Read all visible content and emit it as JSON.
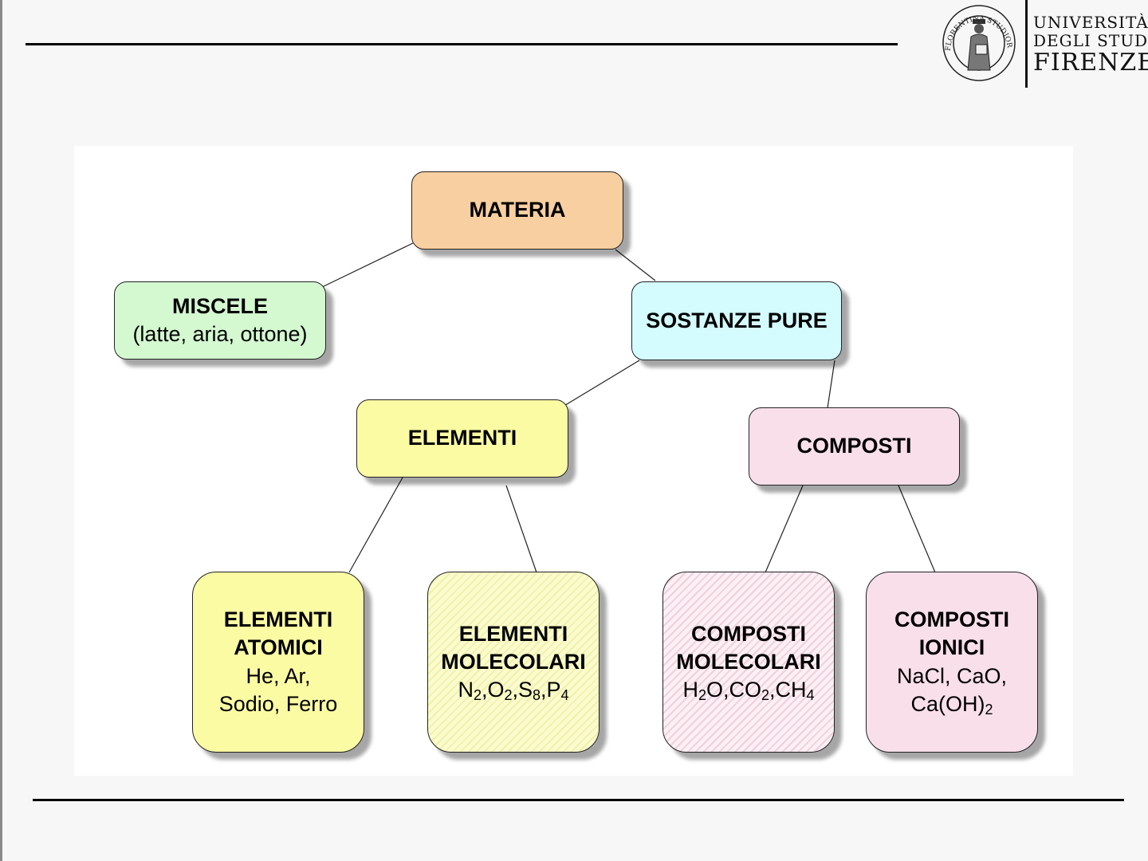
{
  "header": {
    "logo": {
      "seal_icon": "university-seal-icon",
      "line1": "UNIVERSITÀ",
      "line2": "DEGLI STUDI",
      "line3": "FIRENZE"
    }
  },
  "diagram": {
    "colors": {
      "materia": "#f8cfa1",
      "miscele": "#d4f8d0",
      "sostanze_pure": "#d4fcfe",
      "elementi": "#fbfba4",
      "composti": "#f8dfea",
      "elementi_atomici": "#fbfba4",
      "composti_ionici": "#f8dfea"
    },
    "nodes": {
      "materia": {
        "title": "MATERIA"
      },
      "miscele": {
        "title": "MISCELE",
        "subtitle": "(latte, aria, ottone)"
      },
      "sostanze_pure": {
        "title": "SOSTANZE PURE"
      },
      "elementi": {
        "title": "ELEMENTI"
      },
      "composti": {
        "title": "COMPOSTI"
      },
      "elementi_atomici": {
        "title": "ELEMENTI\nATOMICI",
        "subtitle": "He, Ar,\nSodio, Ferro"
      },
      "elementi_molecolari": {
        "title": "ELEMENTI\nMOLECOLARI",
        "formula": [
          {
            "t": "N"
          },
          {
            "s": "2"
          },
          {
            "t": ",O"
          },
          {
            "s": "2"
          },
          {
            "t": ",S"
          },
          {
            "s": "8"
          },
          {
            "t": ",P"
          },
          {
            "s": "4"
          }
        ]
      },
      "composti_molecolari": {
        "title": "COMPOSTI\nMOLECOLARI",
        "formula": [
          {
            "t": "H"
          },
          {
            "s": "2"
          },
          {
            "t": "O,CO"
          },
          {
            "s": "2"
          },
          {
            "t": ",CH"
          },
          {
            "s": "4"
          }
        ]
      },
      "composti_ionici": {
        "title": "COMPOSTI\nIONICI",
        "subtitle": "NaCl, CaO,",
        "formula": [
          {
            "t": "Ca(OH)"
          },
          {
            "s": "2"
          }
        ]
      }
    },
    "edges": [
      [
        "materia",
        "miscele"
      ],
      [
        "materia",
        "sostanze_pure"
      ],
      [
        "sostanze_pure",
        "elementi"
      ],
      [
        "sostanze_pure",
        "composti"
      ],
      [
        "elementi",
        "elementi_atomici"
      ],
      [
        "elementi",
        "elementi_molecolari"
      ],
      [
        "composti",
        "composti_molecolari"
      ],
      [
        "composti",
        "composti_ionici"
      ]
    ]
  }
}
